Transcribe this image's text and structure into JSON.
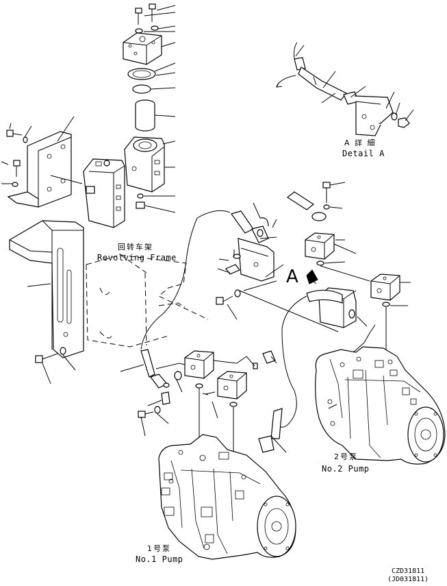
{
  "labels": {
    "detail_a_cn": "A 詳 細",
    "detail_a_en": "Detail A",
    "revolving_frame_cn": "回转车架",
    "revolving_frame_en": "Revolving Frame",
    "arrow_a": "A",
    "pump2_cn": "2号泵",
    "pump2_en": "No.2 Pump",
    "pump1_cn": "1号泵",
    "pump1_en": "No.1 Pump"
  },
  "codes": {
    "drawing_code": "CZD31811",
    "drawing_code_alt": "(JD031811)"
  }
}
